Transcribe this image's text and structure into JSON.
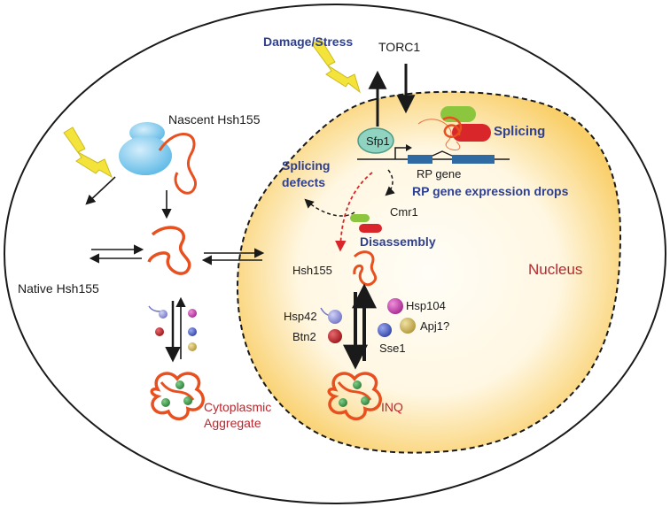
{
  "labels": {
    "damage_stress": "Damage/Stress",
    "torc1": "TORC1",
    "nascent": "Nascent Hsh155",
    "splicing": "Splicing",
    "sfp1": "Sfp1",
    "rp_gene": "RP gene",
    "rp_expression": "RP gene expression drops",
    "splicing_defects_1": "Splicing",
    "splicing_defects_2": "defects",
    "cmr1": "Cmr1",
    "disassembly": "Disassembly",
    "hsh155": "Hsh155",
    "native": "Native Hsh155",
    "nucleus": "Nucleus",
    "hsp42": "Hsp42",
    "btn2": "Btn2",
    "hsp104": "Hsp104",
    "apj1": "Apj1?",
    "sse1": "Sse1",
    "inq": "INQ",
    "cyto_1": "Cytoplasmic",
    "cyto_2": "Aggregate"
  },
  "colors": {
    "cell_outline": "#1a1a1a",
    "nucleus_fill": "#fbe3a6",
    "nucleus_center": "#fffaf0",
    "protein": "#e8501f",
    "ribosome": "#7ec8ec",
    "lightning": "#f3e33a",
    "green_ball": "#3e9a4e",
    "label_blue": "#2e3f8f",
    "label_red": "#b7282e",
    "sfp1": "#8fd3c0",
    "gene_bar": "#2f6aa3",
    "splice_green": "#8cc63f",
    "splice_red": "#d8262a",
    "hsp42": "#8c8fd8",
    "btn2": "#b61f24",
    "hsp104": "#c33fa8",
    "sse1": "#4a5fbf",
    "apj1": "#cfb453"
  }
}
